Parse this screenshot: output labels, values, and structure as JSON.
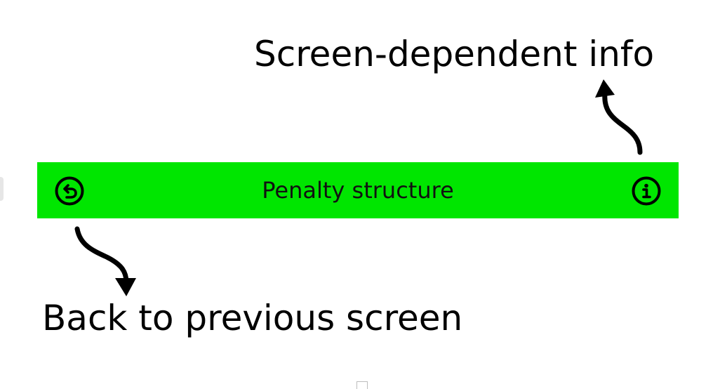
{
  "annotations": {
    "top_label": "Screen-dependent info",
    "bottom_label": "Back to previous screen"
  },
  "nav_bar": {
    "title": "Penalty structure",
    "background_color": "#00e600",
    "left_icon": "back-arrow-circle-icon",
    "right_icon": "info-circle-icon"
  }
}
